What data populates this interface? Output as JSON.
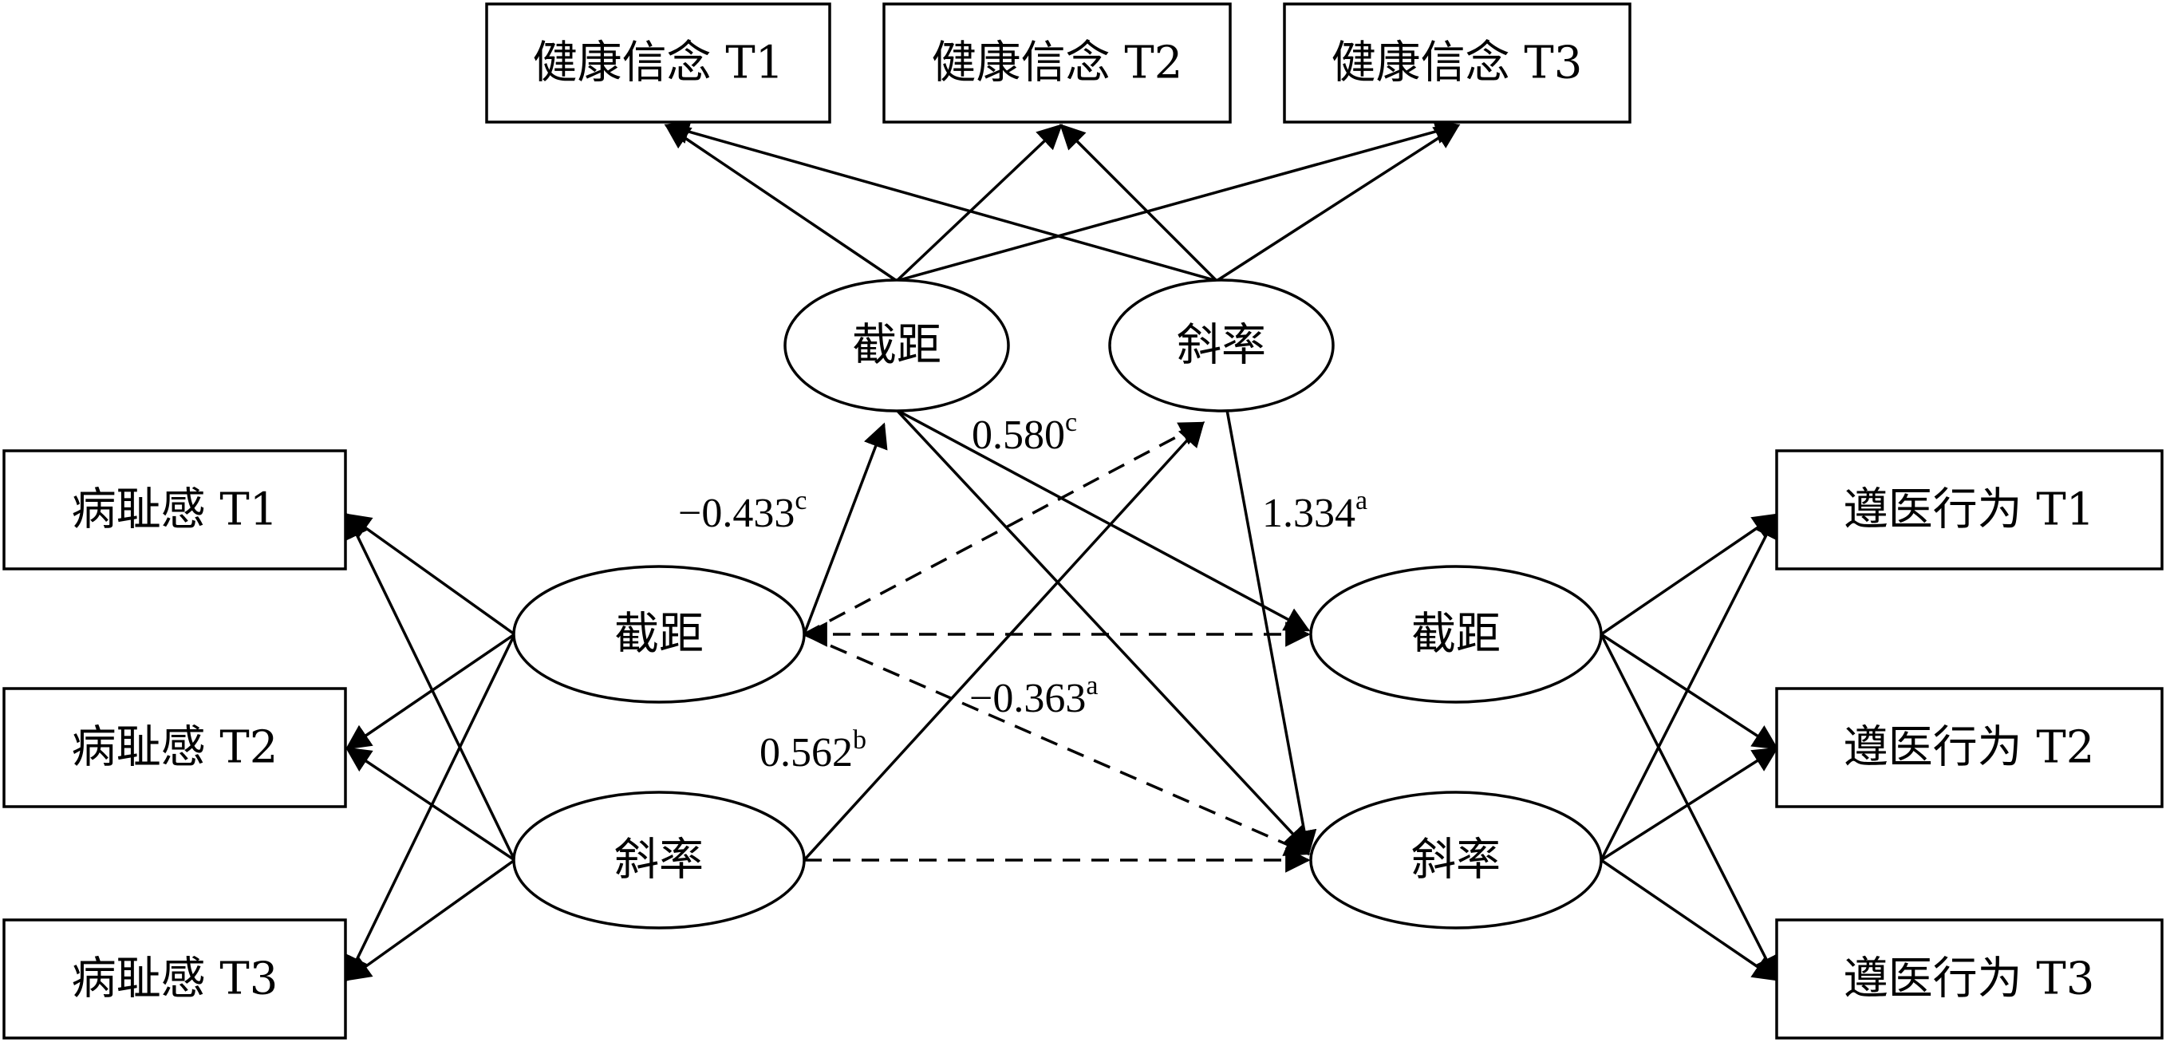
{
  "nodes": {
    "hb_t1": "健康信念 T1",
    "hb_t2": "健康信念 T2",
    "hb_t3": "健康信念 T3",
    "hb_intercept": "截距",
    "hb_slope": "斜率",
    "st_t1": "病耻感 T1",
    "st_t2": "病耻感 T2",
    "st_t3": "病耻感 T3",
    "st_intercept": "截距",
    "st_slope": "斜率",
    "ad_t1": "遵医行为 T1",
    "ad_t2": "遵医行为 T2",
    "ad_t3": "遵医行为 T3",
    "ad_intercept": "截距",
    "ad_slope": "斜率"
  },
  "coefficients": {
    "c1": {
      "value": "−0.433",
      "sup": "c"
    },
    "c2": {
      "value": "0.580",
      "sup": "c"
    },
    "c3": {
      "value": "1.334",
      "sup": "a"
    },
    "c4": {
      "value": "−0.363",
      "sup": "a"
    },
    "c5": {
      "value": "0.562",
      "sup": "b"
    }
  },
  "style": {
    "line_color": "#000000",
    "background": "#ffffff"
  }
}
